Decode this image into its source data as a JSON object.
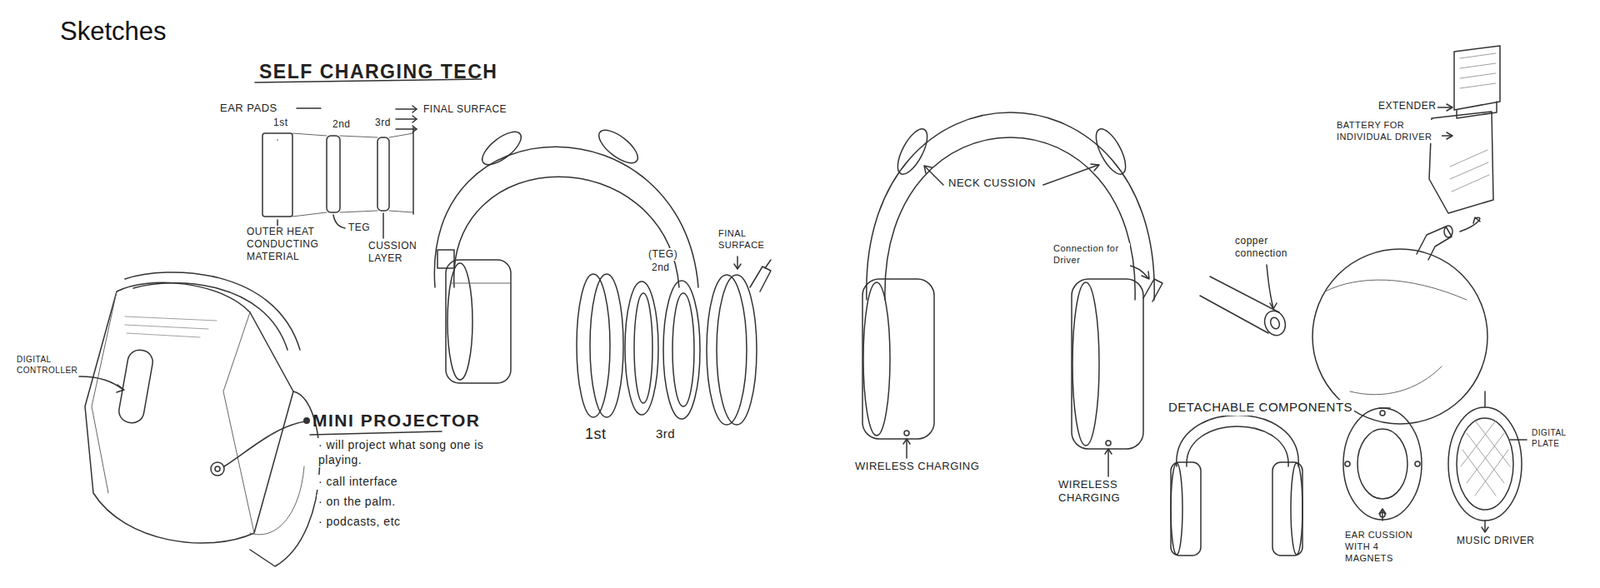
{
  "diagram": {
    "title": "Sketches",
    "labels": [
      "SELF CHARGING TECH",
      "EAR PADS",
      "1st",
      "2nd",
      "3rd",
      "FINAL SURFACE",
      "OUTER HEAT CONDUCTING MATERIAL",
      "TEG",
      "CUSSION LAYER",
      "(TEG)",
      "2nd",
      "FINAL SURFACE",
      "1st",
      "3rd",
      "DIGITAL CONTROLLER",
      "MINI PROJECTOR",
      "· will project what song one is playing.",
      "· call interface",
      "· on the palm.",
      "· podcasts, etc",
      "NECK CUSSION",
      "Connection for Driver",
      "WIRELESS CHARGING",
      "WIRELESS CHARGING",
      "copper connection",
      "EXTENDER",
      "BATTERY FOR INDIVIDUAL DRIVER",
      "DETACHABLE COMPONENTS",
      "EAR CUSSION WITH 4 MAGNETS",
      "DIGITAL PLATE",
      "MUSIC DRIVER"
    ]
  }
}
